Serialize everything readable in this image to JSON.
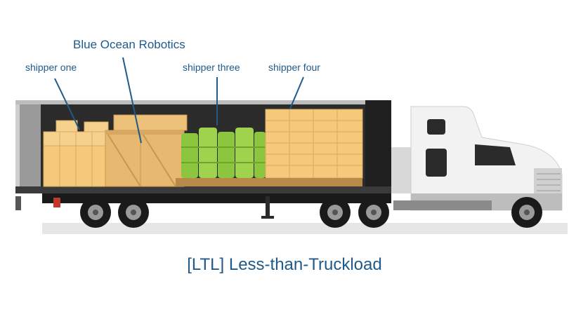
{
  "labels": {
    "shipper_one": "shipper one",
    "blue_ocean": "Blue Ocean Robotics",
    "shipper_three": "shipper three",
    "shipper_four": "shipper four"
  },
  "caption": "[LTL] Less-than-Truckload",
  "colors": {
    "label_blue": "#1f5a8a",
    "box_tan": "#f4c97c",
    "crate_tan": "#e6b870",
    "drum_green": "#8cc63f",
    "trailer_grey": "#e4e4e4",
    "cab_white": "#f2f2f2"
  }
}
